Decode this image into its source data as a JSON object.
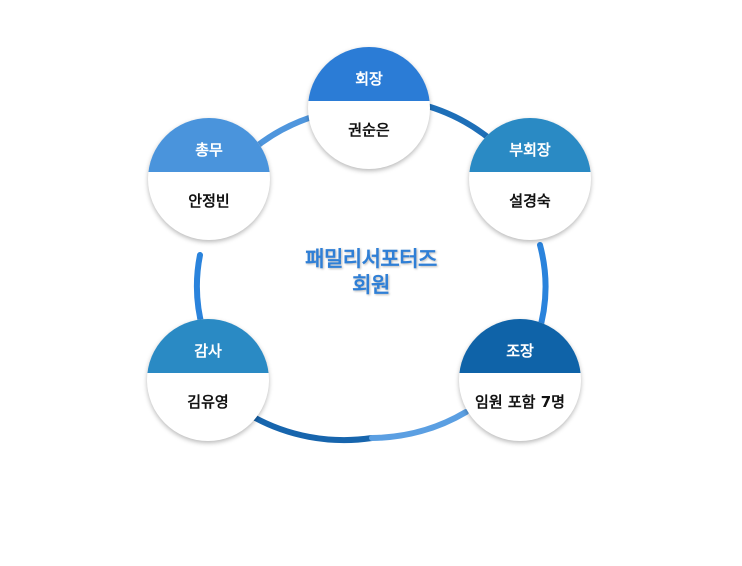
{
  "center": {
    "line1": "패밀리서포터즈",
    "line2": "회원"
  },
  "nodes": [
    {
      "role": "회장",
      "name": "권순은",
      "color": "#2b7cd6"
    },
    {
      "role": "부회장",
      "name": "설경숙",
      "color": "#2a8ac4"
    },
    {
      "role": "조장",
      "name": "임원 포함 7명",
      "color": "#0f63a8"
    },
    {
      "role": "감사",
      "name": "김유영",
      "color": "#2a8ac4"
    },
    {
      "role": "총무",
      "name": "안정빈",
      "color": "#4a94dc"
    }
  ]
}
